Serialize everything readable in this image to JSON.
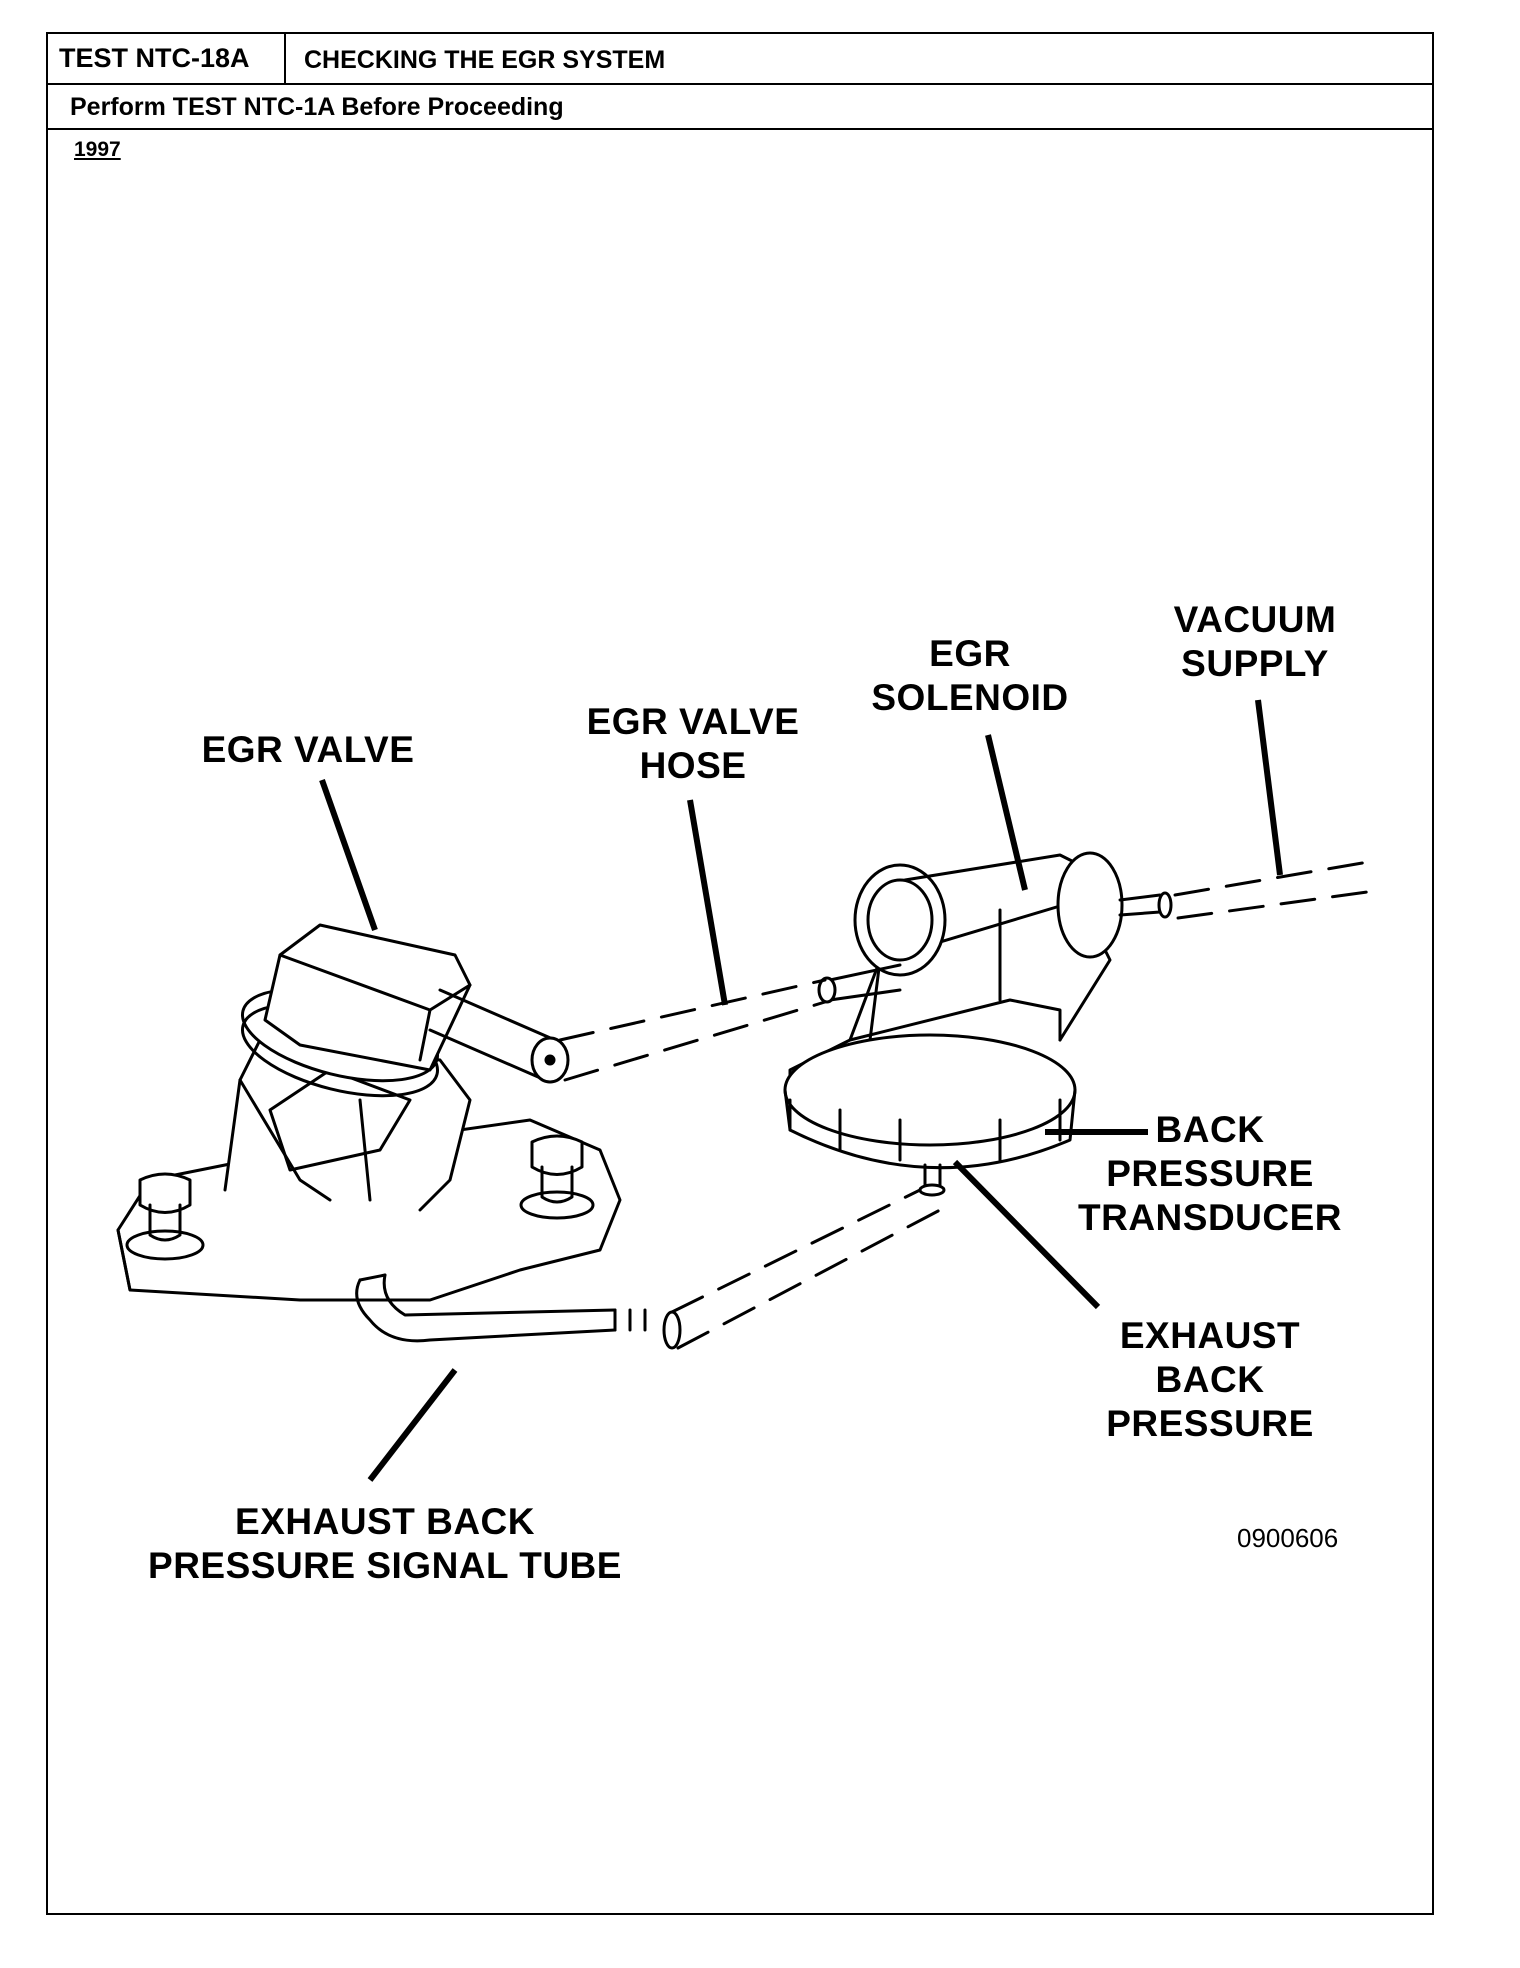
{
  "header": {
    "test_id": "TEST NTC-18A",
    "title": "CHECKING THE EGR SYSTEM",
    "instruction": "Perform TEST NTC-1A Before Proceeding",
    "year": "1997"
  },
  "labels": {
    "egr_valve": "EGR VALVE",
    "egr_valve_hose": "EGR VALVE\nHOSE",
    "egr_solenoid": "EGR\nSOLENOID",
    "vacuum_supply": "VACUUM\nSUPPLY",
    "back_pressure_transducer": "BACK\nPRESSURE\nTRANSDUCER",
    "exhaust_back_pressure": "EXHAUST\nBACK\nPRESSURE",
    "exhaust_back_pressure_signal_tube": "EXHAUST BACK\nPRESSURE SIGNAL TUBE"
  },
  "figure_id": "0900606"
}
